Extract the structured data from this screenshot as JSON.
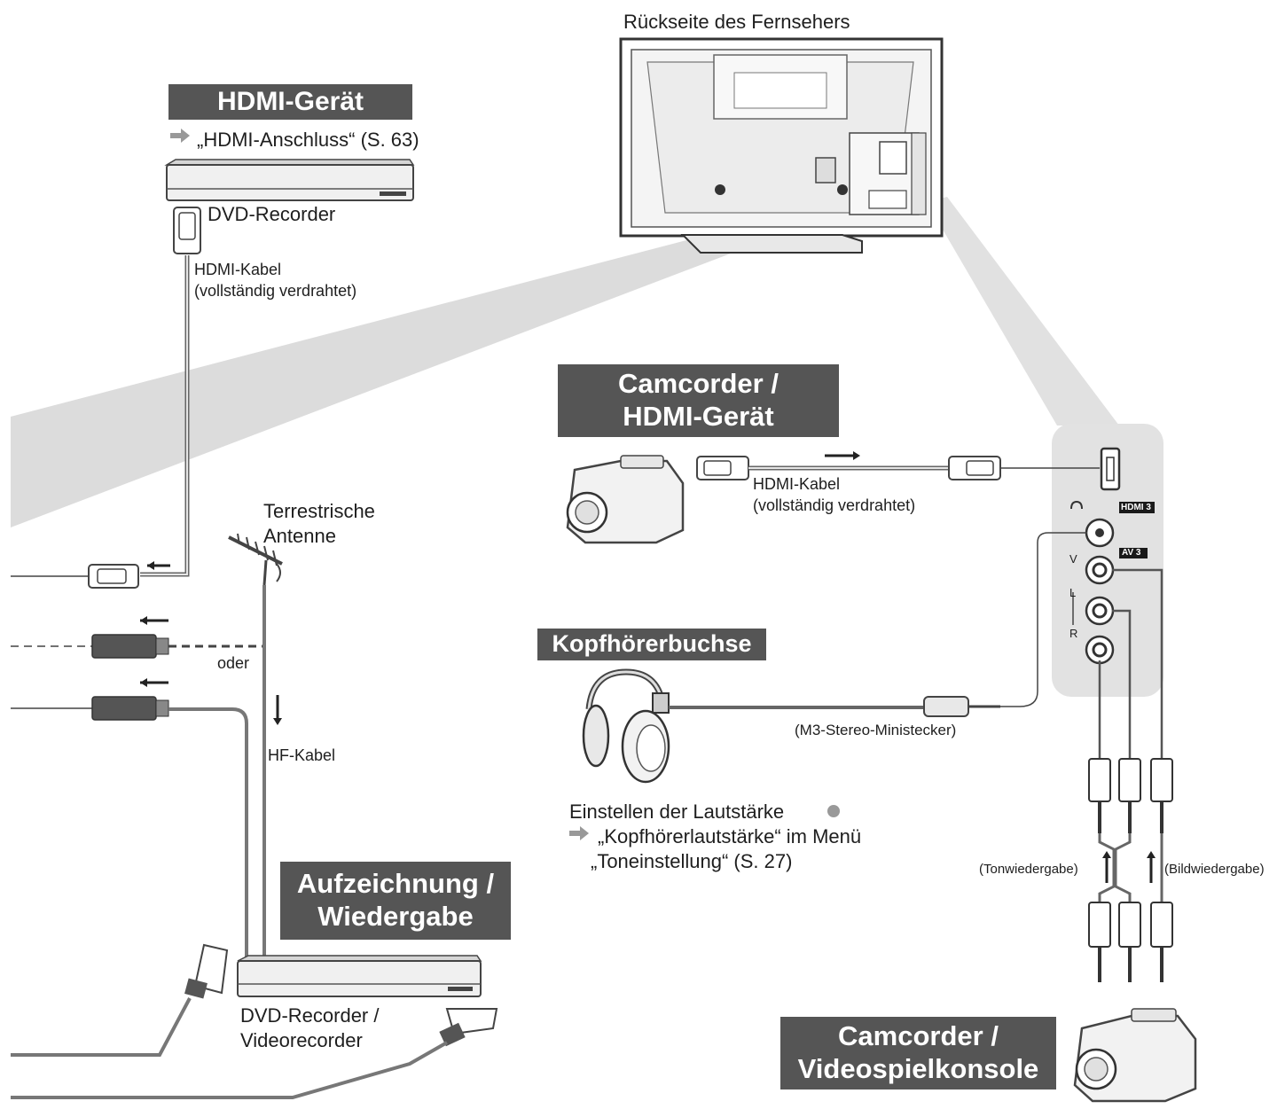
{
  "title_tv_back": "Rückseite des Fernsehers",
  "hdmi_device": {
    "title": "HDMI-Gerät",
    "ref": "„HDMI-Anschluss“ (S. 63)",
    "device": "DVD-Recorder",
    "cable_line1": "HDMI-Kabel",
    "cable_line2": "(vollständig verdrahtet)"
  },
  "antenna": {
    "line1": "Terrestrische",
    "line2": "Antenne",
    "or": "oder",
    "rf_cable": "HF-Kabel"
  },
  "recording": {
    "title_line1": "Aufzeichnung /",
    "title_line2": "Wiedergabe",
    "device_line1": "DVD-Recorder /",
    "device_line2": "Videorecorder"
  },
  "camcorder_hdmi": {
    "title_line1": "Camcorder /",
    "title_line2": "HDMI-Gerät",
    "cable_line1": "HDMI-Kabel",
    "cable_line2": "(vollständig verdrahtet)"
  },
  "headphone": {
    "title": "Kopfhörerbuchse",
    "plug": "(M3-Stereo-Ministecker)",
    "volume_line1": "Einstellen der Lautstärke",
    "volume_line2": "„Kopfhörerlautstärke“ im Menü",
    "volume_line3": "„Toneinstellung“ (S. 27)"
  },
  "panel": {
    "hdmi3": "HDMI 3",
    "av3": "AV 3",
    "v": "V",
    "l": "L",
    "r": "R"
  },
  "playback": {
    "audio": "(Tonwiedergabe)",
    "video": "(Bildwiedergabe)"
  },
  "camcorder_game": {
    "title_line1": "Camcorder /",
    "title_line2": "Videospielkonsole"
  }
}
